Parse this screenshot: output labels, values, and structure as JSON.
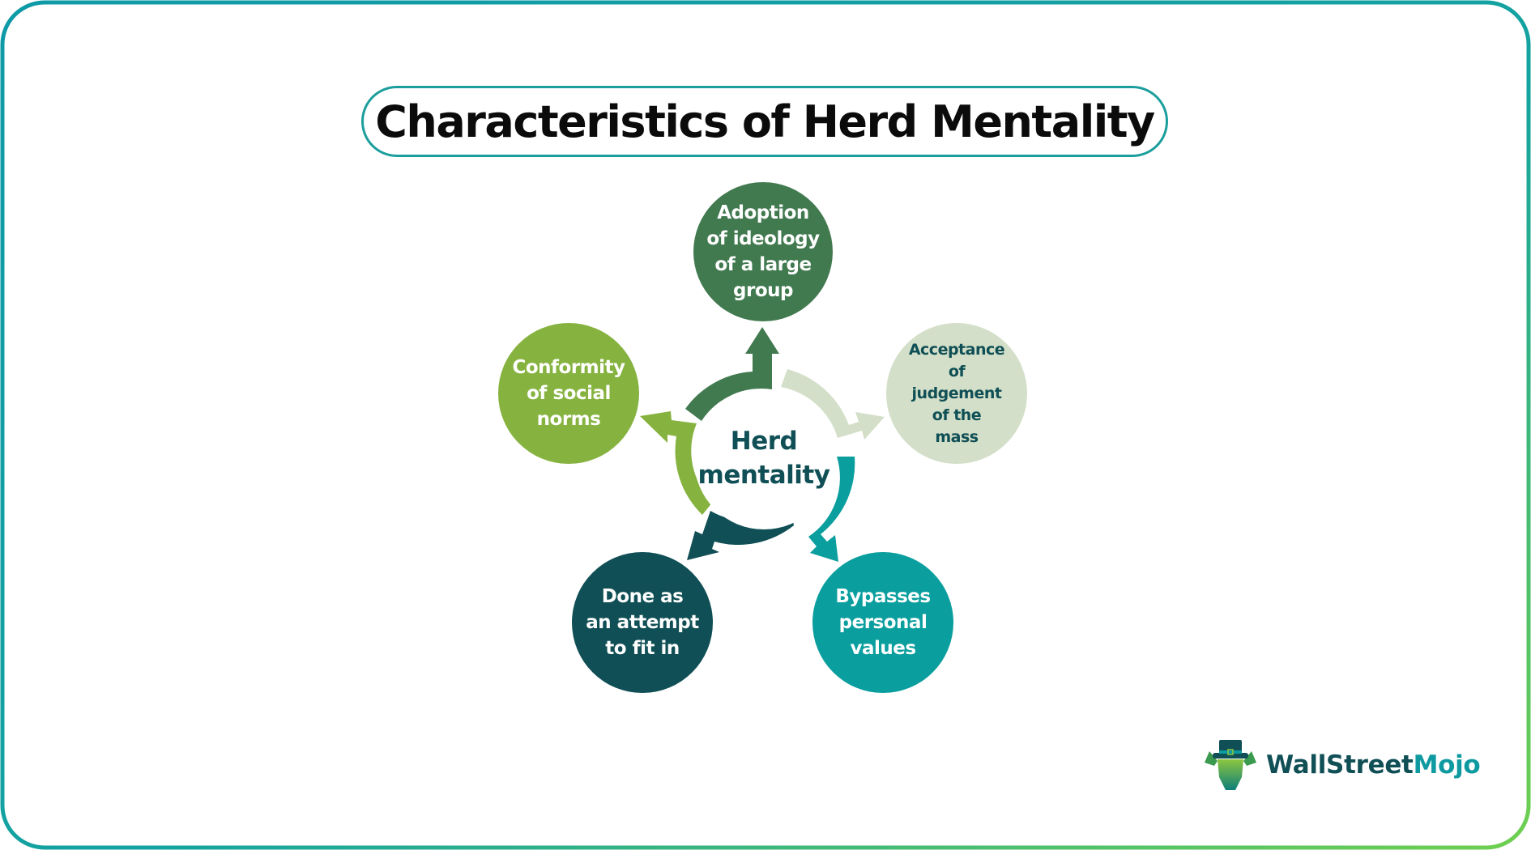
{
  "title": "Characteristics of Herd Mentality",
  "center": {
    "label": "Herd\nmentality",
    "color": "#0f4f55"
  },
  "nodes": [
    {
      "id": "adoption",
      "label": "Adoption\nof ideology\nof a large\ngroup",
      "fill": "#427a50",
      "text_color": "#ffffff"
    },
    {
      "id": "acceptance",
      "label": "Acceptance\nof\njudgement\nof the\nmass",
      "fill": "#d3dfc8",
      "text_color": "#0f4f55"
    },
    {
      "id": "bypasses",
      "label": "Bypasses\npersonal\nvalues",
      "fill": "#0a9e9e",
      "text_color": "#ffffff"
    },
    {
      "id": "fit-in",
      "label": "Done as\nan attempt\nto fit in",
      "fill": "#0f4f55",
      "text_color": "#ffffff"
    },
    {
      "id": "conformity",
      "label": "Conformity\nof social\nnorms",
      "fill": "#86b340",
      "text_color": "#ffffff"
    }
  ],
  "colors": {
    "border_start": "#0e9aa7",
    "border_end": "#6fd04f",
    "title_border": "#1b9e9c"
  },
  "logo": {
    "part1": "WallStreet",
    "part2": "Mojo"
  }
}
